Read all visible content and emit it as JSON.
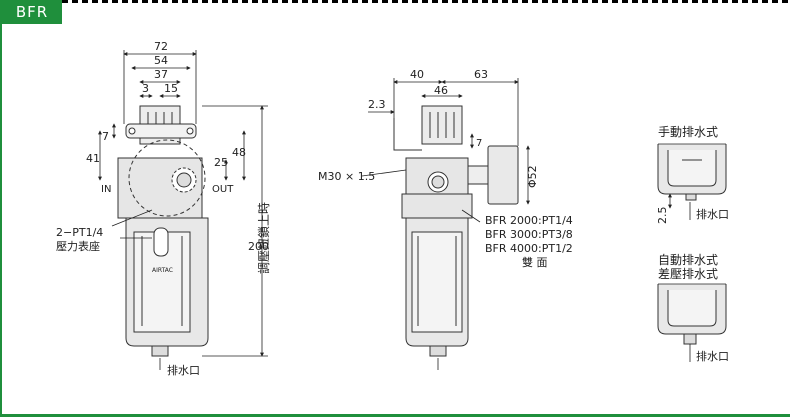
{
  "tag": "BFR",
  "view1": {
    "dims": {
      "d72": "72",
      "d54": "54",
      "d37": "37",
      "d3": "3",
      "d15": "15",
      "d7": "7",
      "d41": "41",
      "d25": "25",
      "d48": "48",
      "d200": "200"
    },
    "in": "IN",
    "out": "OUT",
    "gauge_port": "2−PT1/4",
    "gauge_seat": "壓力表座",
    "adjust_label": "調壓鈕鎖上時",
    "drain": "排水口",
    "brand": "AIRTAC"
  },
  "view2": {
    "dims": {
      "d40": "40",
      "d63": "63",
      "d46": "46",
      "d23": "2.3",
      "d7": "7",
      "d52": "Φ52"
    },
    "thread": "M30 × 1.5",
    "ports": [
      "BFR 2000:PT1/4",
      "BFR 3000:PT3/8",
      "BFR 4000:PT1/2"
    ],
    "both_sides": "雙  面"
  },
  "manual": {
    "title": "手動排水式",
    "dim": "2.5",
    "drain": "排水口"
  },
  "auto": {
    "title1": "自動排水式",
    "title2": "差壓排水式",
    "drain": "排水口"
  },
  "colors": {
    "accent": "#1f8f3c",
    "body": "#e8e8e8",
    "line": "#333333"
  }
}
